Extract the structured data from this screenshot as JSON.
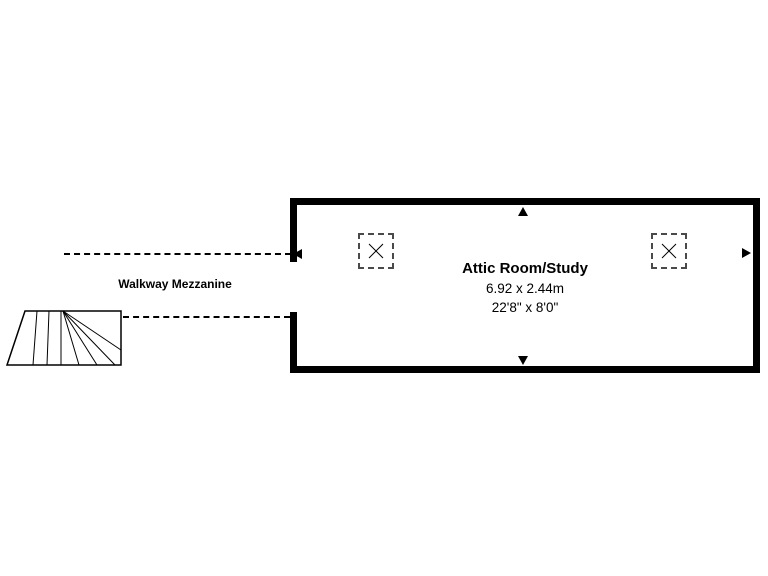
{
  "room": {
    "name": "Attic Room/Study",
    "dimensions_metric": "6.92 x 2.44m",
    "dimensions_imperial": "22'8\" x 8'0\""
  },
  "walkway": {
    "label": "Walkway Mezzanine"
  },
  "icons": {
    "skylights": [
      "skylight-x-marker",
      "skylight-x-marker"
    ],
    "direction_arrows": [
      "up",
      "down",
      "left",
      "right"
    ],
    "staircase": "winder-staircase"
  },
  "colors": {
    "wall": "#000000",
    "background": "#ffffff",
    "text": "#000000"
  }
}
